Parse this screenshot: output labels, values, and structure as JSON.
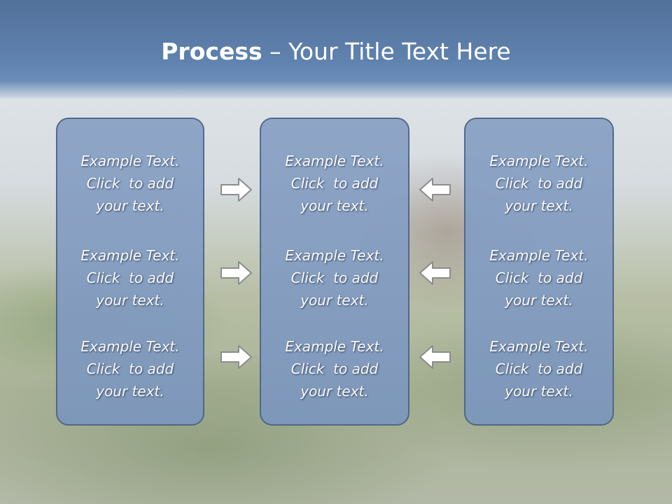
{
  "title": {
    "bold": "Process",
    "rest": " – Your Title Text Here"
  },
  "columns": [
    {
      "blocks": [
        {
          "line1": "Example Text.",
          "line2": "Click  to add",
          "line3": "your text."
        },
        {
          "line1": "Example Text.",
          "line2": "Click  to add",
          "line3": "your text."
        },
        {
          "line1": "Example Text.",
          "line2": "Click  to add",
          "line3": "your text."
        }
      ]
    },
    {
      "blocks": [
        {
          "line1": "Example Text.",
          "line2": "Click  to add",
          "line3": "your text."
        },
        {
          "line1": "Example Text.",
          "line2": "Click  to add",
          "line3": "your text."
        },
        {
          "line1": "Example Text.",
          "line2": "Click  to add",
          "line3": "your text."
        }
      ]
    },
    {
      "blocks": [
        {
          "line1": "Example Text.",
          "line2": "Click  to add",
          "line3": "your text."
        },
        {
          "line1": "Example Text.",
          "line2": "Click  to add",
          "line3": "your text."
        },
        {
          "line1": "Example Text.",
          "line2": "Click  to add",
          "line3": "your text."
        }
      ]
    }
  ],
  "arrows": {
    "left_group": "arrow-right-icon",
    "right_group": "arrow-left-icon"
  },
  "colors": {
    "title_band": "#5f81ad",
    "box_fill": "#8aa2c5",
    "box_border": "#4d6486",
    "arrow_fill": "#ffffff",
    "arrow_stroke": "#8c8c8c"
  }
}
